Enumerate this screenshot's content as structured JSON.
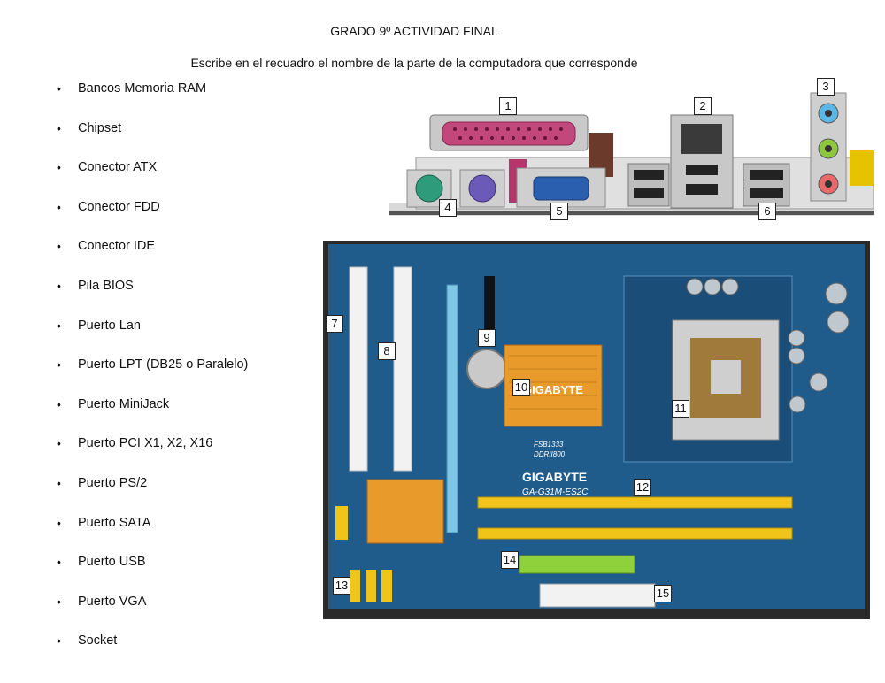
{
  "header": {
    "title": "GRADO 9º ACTIVIDAD FINAL",
    "instruction": "Escribe en el recuadro el nombre de la parte de la computadora que corresponde"
  },
  "parts_list": [
    "Bancos Memoria RAM",
    "Chipset",
    "Conector ATX",
    "Conector FDD",
    "Conector IDE",
    "Pila BIOS",
    "Puerto Lan",
    "Puerto LPT (DB25 o Paralelo)",
    "Puerto MiniJack",
    "Puerto PCI X1, X2, X16",
    "Puerto PS/2",
    "Puerto SATA",
    "Puerto USB",
    "Puerto VGA",
    "Socket"
  ],
  "labels": [
    "1",
    "2",
    "3",
    "4",
    "5",
    "6",
    "7",
    "8",
    "9",
    "10",
    "11",
    "12",
    "13",
    "14",
    "15"
  ],
  "board_text": {
    "brand": "GIGABYTE",
    "model": "GA-G31M-ES2C",
    "heatsink_brand": "GIGABYTE",
    "fsb": "FSB1333",
    "ddr": "DDRII800"
  },
  "colors": {
    "board": "#1f5c8c",
    "slot_white": "#f2f2f2",
    "slot_yellow": "#f0c419",
    "slot_blue": "#7fc6e6",
    "heatsink": "#e89a2a",
    "ide_green": "#8fd13a",
    "parallel_port": "#c2477a",
    "vga_port": "#2a5fb0"
  }
}
